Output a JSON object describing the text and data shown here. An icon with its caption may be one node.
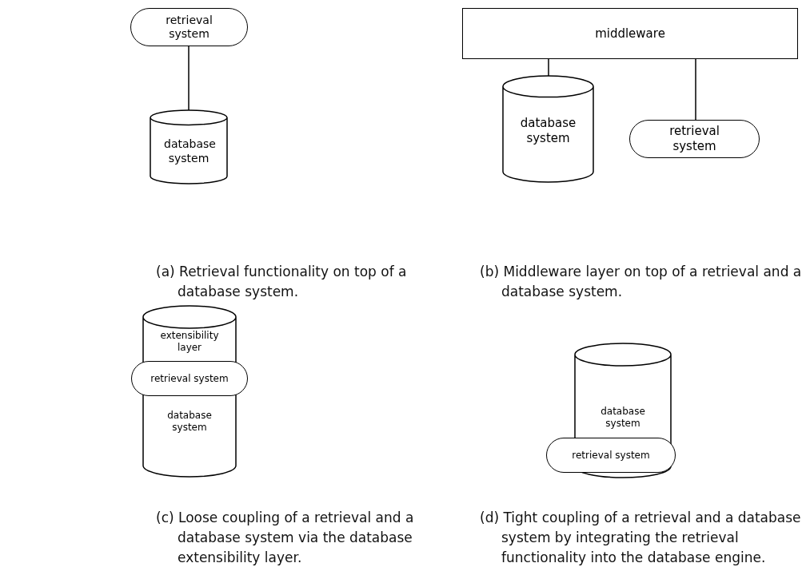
{
  "diagram": {
    "nodes": [
      {
        "text": [
          "retrieval system"
        ]
      },
      {
        "text": [
          "database system"
        ]
      },
      {
        "text": [
          "middleware"
        ]
      },
      {
        "text": [
          "database system"
        ]
      },
      {
        "text": [
          "retrieval system"
        ]
      },
      {
        "text": [
          "extensibility layer",
          "database system"
        ]
      },
      {
        "text": [
          "retrieval system"
        ]
      },
      {
        "text": [
          "database system"
        ]
      },
      {
        "text": [
          "retrieval system"
        ]
      }
    ],
    "edges": [
      {
        "from": 0,
        "to": 1,
        "arrow": "none"
      },
      {
        "from": 2,
        "to": 3,
        "arrow": "none"
      },
      {
        "from": 2,
        "to": 4,
        "arrow": "none"
      }
    ],
    "labels": [
      "(a) Retrieval functionality on top of a database system.",
      "(b) Middleware layer on top of a retrieval and a database system.",
      "(c) Loose coupling of a retrieval and a database system via the database extensibility layer.",
      "(d) Tight coupling of a retrieval and a database system by integrating the retrieval functionality into the database engine."
    ]
  }
}
